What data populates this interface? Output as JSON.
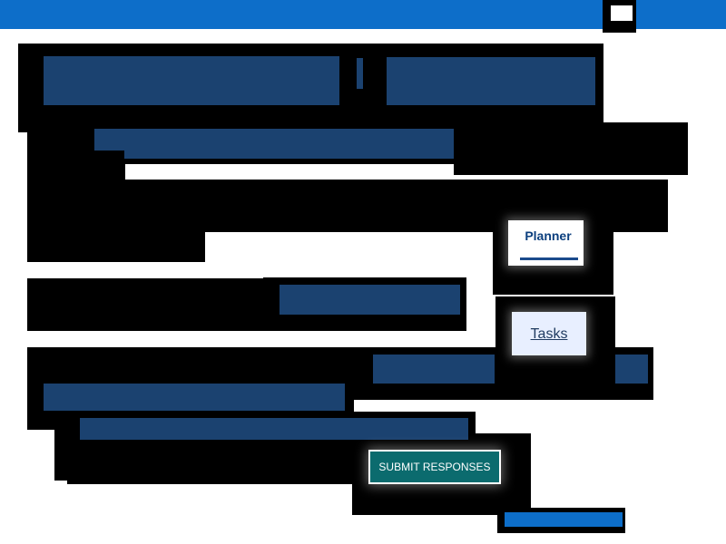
{
  "colors": {
    "topbar": "#0d6ec9",
    "mask": "#000000",
    "redacted_bar": "#1b4270",
    "planner_text": "#0c3f7e",
    "tasks_background": "#e8efff",
    "submit_background": "#0b6b6e"
  },
  "header": {
    "menu_icon": "menu-toggle-icon"
  },
  "nav": {
    "planner_tab": {
      "label": "Planner",
      "selected": true
    },
    "tasks_tab": {
      "label": "Tasks",
      "selected": false
    }
  },
  "form": {
    "submit_label": "SUBMIT RESPONSES"
  }
}
